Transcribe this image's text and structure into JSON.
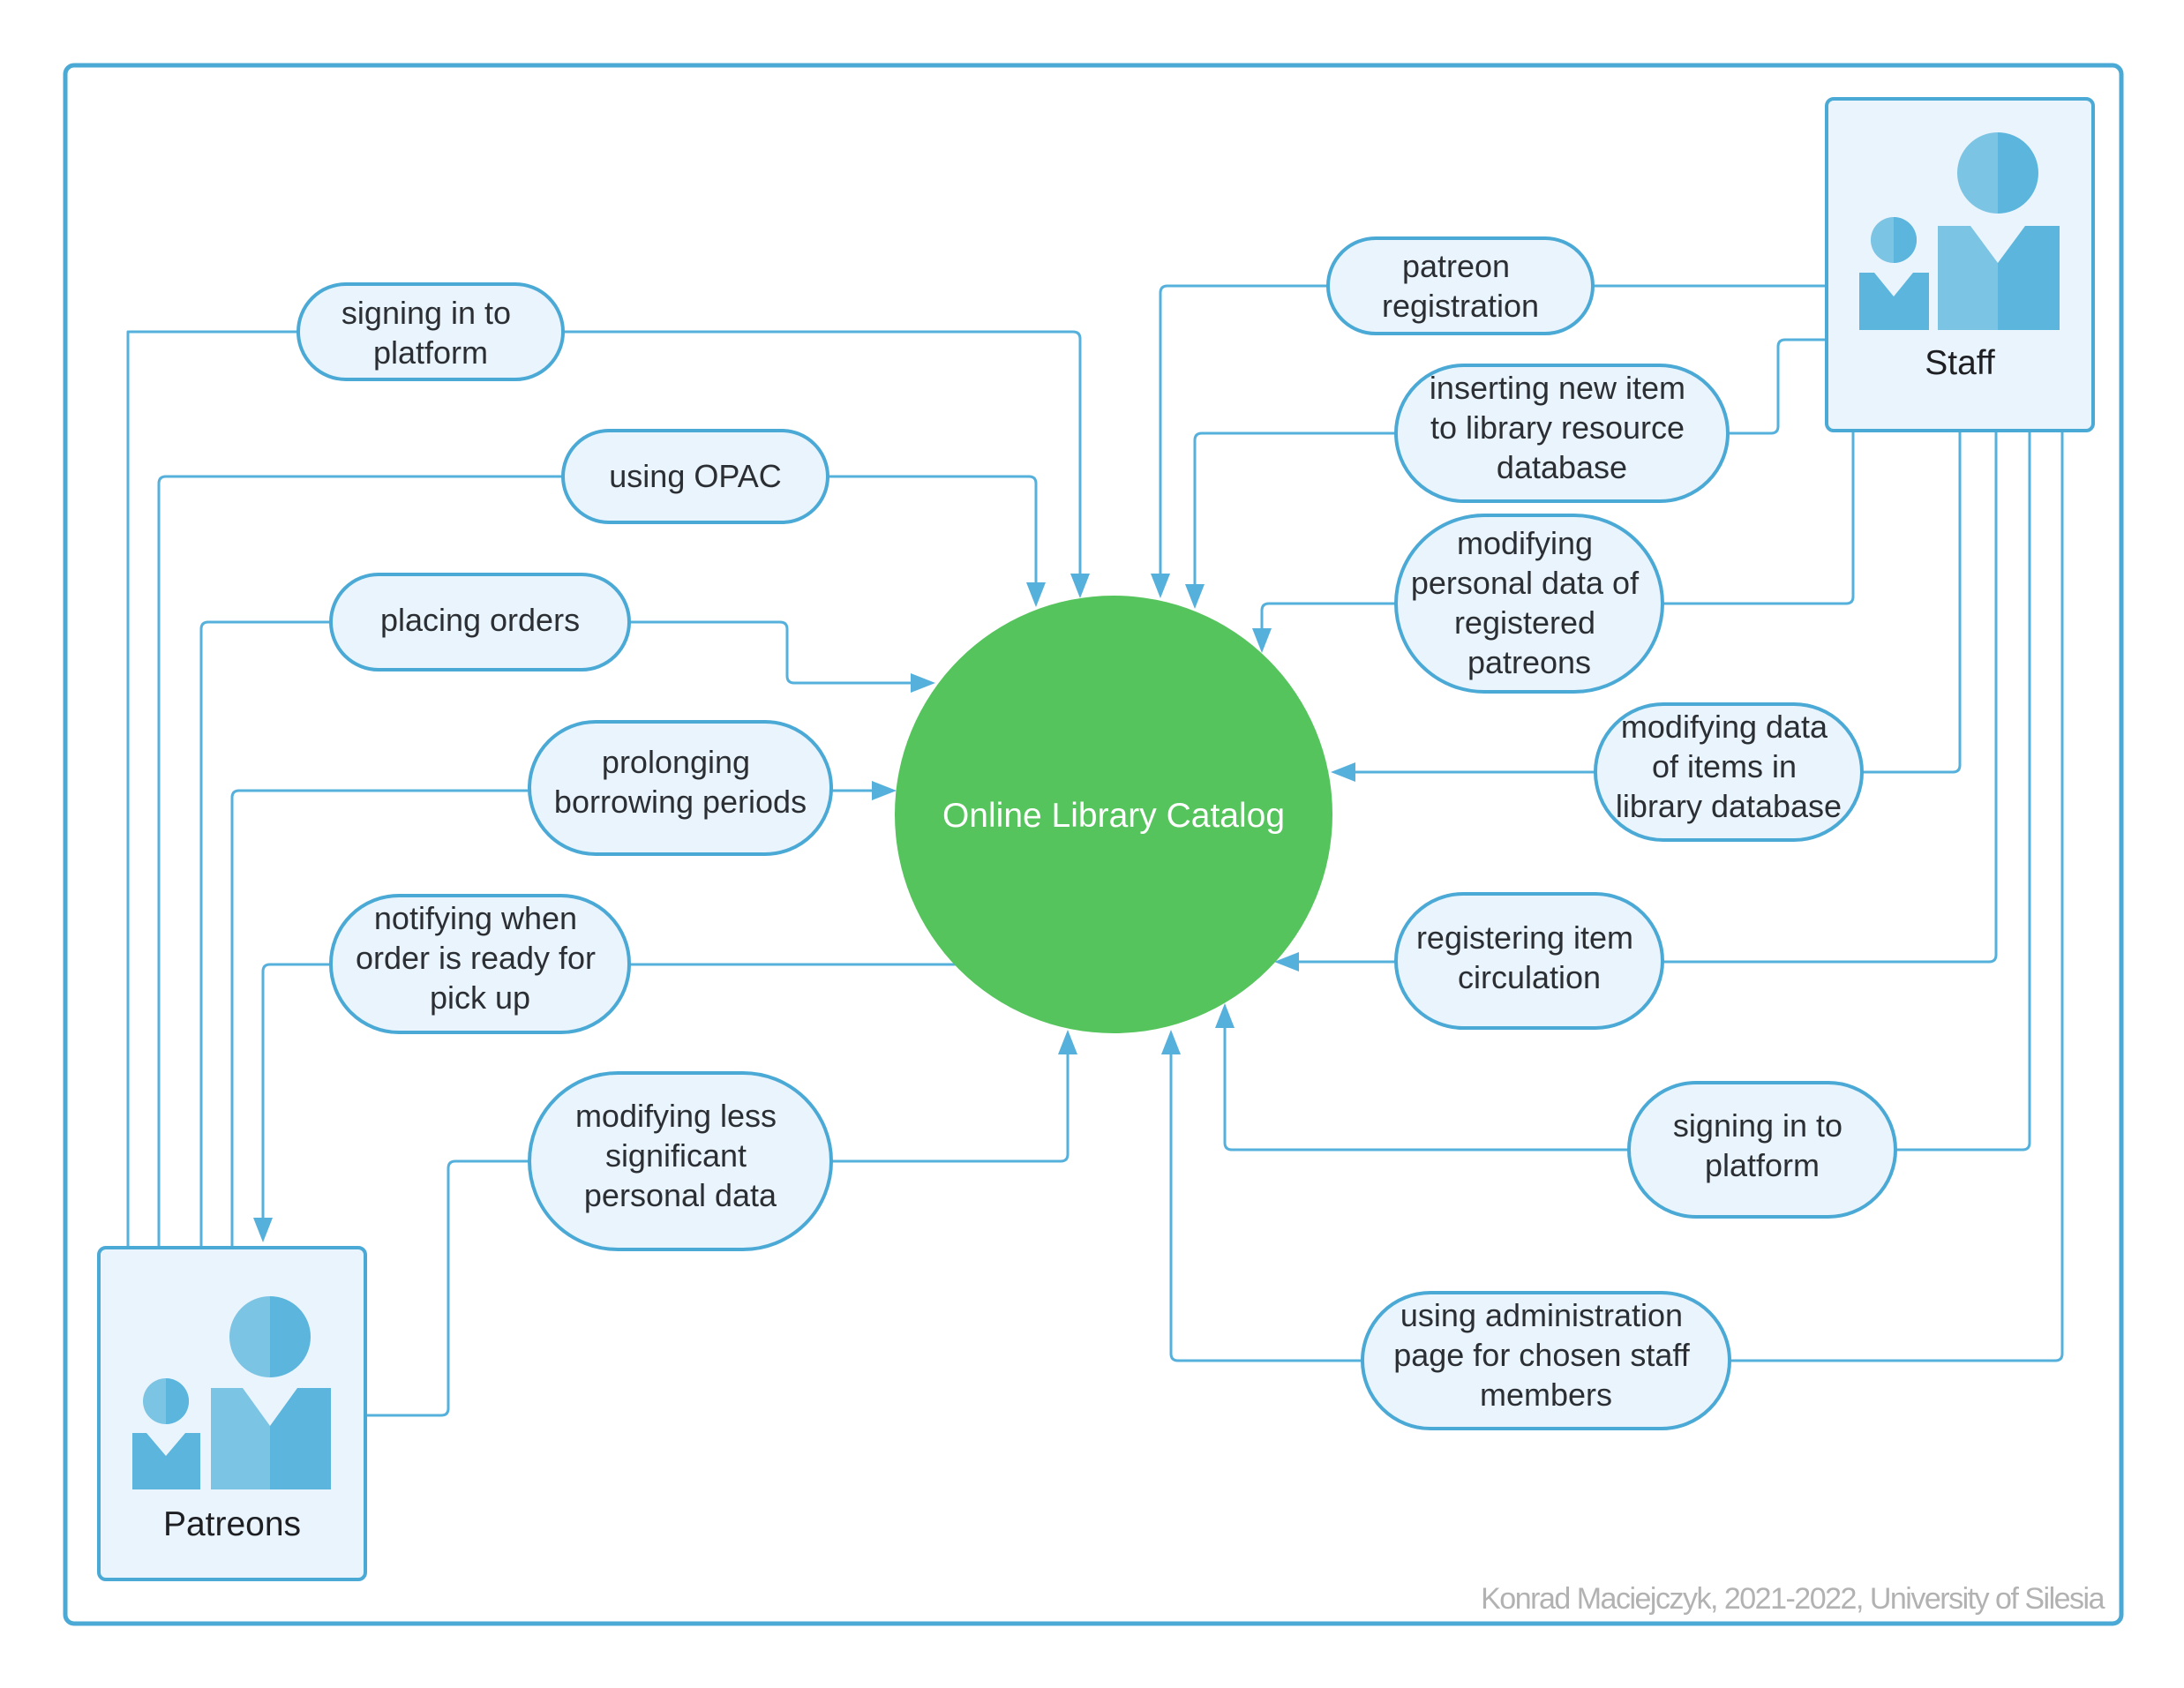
{
  "center": {
    "label": "Online Library Catalog",
    "color": "#55c45c"
  },
  "actors": {
    "patreons": "Patreons",
    "staff": "Staff"
  },
  "patreon_flows": {
    "signing_in": [
      "signing in to",
      "platform"
    ],
    "using_opac": [
      "using OPAC"
    ],
    "placing_orders": [
      "placing orders"
    ],
    "prolonging": [
      "prolonging",
      "borrowing periods"
    ],
    "notifying": [
      "notifying when",
      "order is ready for",
      "pick up"
    ],
    "modifying_less": [
      "modifying less",
      "significant",
      "personal data"
    ]
  },
  "staff_flows": {
    "patreon_registration": [
      "patreon",
      "registration"
    ],
    "inserting_item": [
      "inserting new item",
      "to library resource",
      "database"
    ],
    "modifying_personal": [
      "modifying",
      "personal data of",
      "registered",
      "patreons"
    ],
    "modifying_items": [
      "modifying data",
      "of items in",
      "library database"
    ],
    "registering_circulation": [
      "registering item",
      "circulation"
    ],
    "signing_in": [
      "signing in to",
      "platform"
    ],
    "administration": [
      "using administration",
      "page for chosen staff",
      "members"
    ]
  },
  "credit": "Konrad Maciejczyk, 2021-2022, University of Silesia",
  "colors": {
    "accent": "#4ba9d6",
    "pill_fill": "#eaf4fd",
    "icon": "#5bb5dc",
    "icon_light": "#7cc4e4"
  }
}
